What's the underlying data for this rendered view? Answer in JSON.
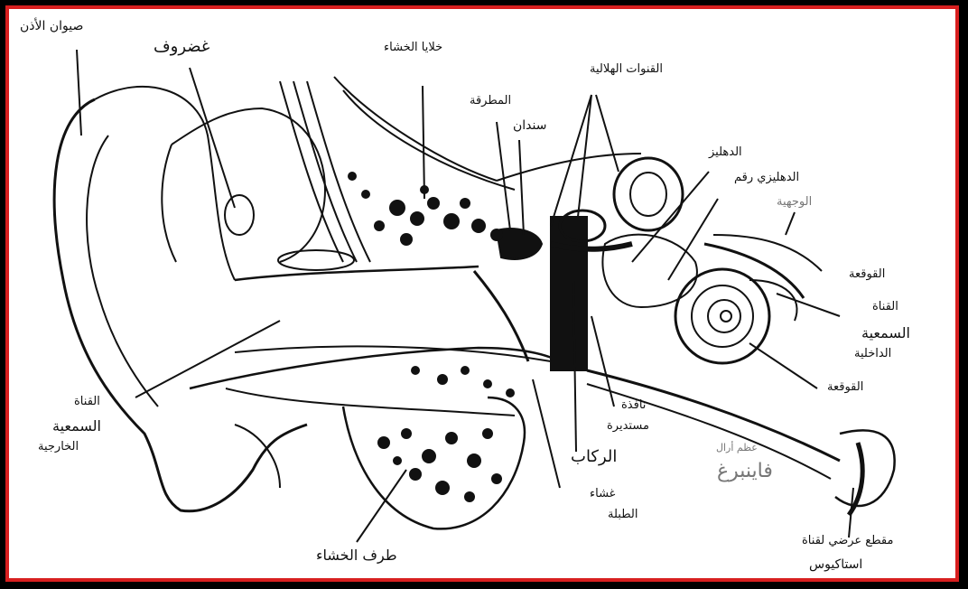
{
  "labels": {
    "auricle": "صيوان الأذن",
    "cartilage": "غضروف",
    "mastoid_cells": "خلايا الخشاء",
    "semicircular_canals": "القنوات الهلالية",
    "malleus": "المطرقة",
    "incus": "سندان",
    "vestibule": "الدهليز",
    "vestibular_nerve": "الدهليزي رقم",
    "facial": "الوجهية",
    "cochlea_top": "القوقعة",
    "internal_canal_1": "القناة",
    "internal_canal_2": "السمعية",
    "internal_canal_3": "الداخلية",
    "cochlea_bottom": "القوقعة",
    "ext_canal_1": "القناة",
    "ext_canal_2": "السمعية",
    "ext_canal_3": "الخارجية",
    "round_window_1": "نافذة",
    "round_window_2": "مستديرة",
    "stapes": "الركاب",
    "eardrum_1": "غشاء",
    "eardrum_2": "الطبلة",
    "fallopian_small": "عظم أرال",
    "fallopian_main": "فاينبرغ",
    "mastoid_tip": "طرف الخشاء",
    "eustachian_1": "مقطع عرضي لقناة",
    "eustachian_2": "استاكيوس"
  },
  "colors": {
    "frame": "#000000",
    "border": "#d81f1f",
    "background": "#ffffff",
    "ink": "#111111"
  }
}
